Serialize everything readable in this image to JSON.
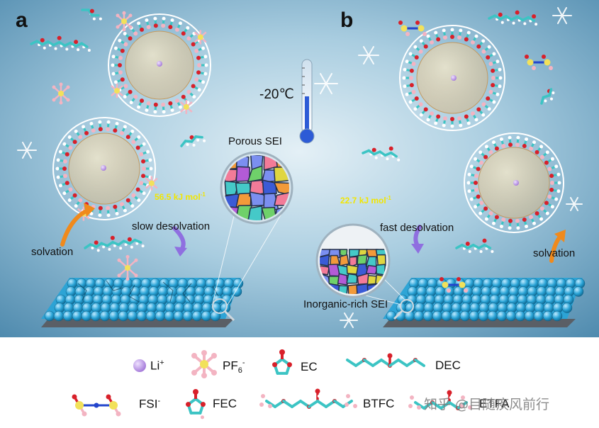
{
  "panels": {
    "a": {
      "letter": "a",
      "energy_value": "56.5",
      "energy_unit": "kJ mol",
      "energy_sup": "-1",
      "desolvation": "slow desolvation",
      "solvation": "solvation",
      "sei": "Porous SEI"
    },
    "b": {
      "letter": "b",
      "energy_value": "22.7",
      "energy_unit": "kJ mol",
      "energy_sup": "-1",
      "desolvation": "fast desolvation",
      "solvation": "solvation",
      "sei": "Inorganic-rich SEI"
    }
  },
  "thermometer": {
    "text": "-20",
    "unit": "℃"
  },
  "legend": {
    "li": {
      "text": "Li",
      "sup": "+"
    },
    "pf6": {
      "text": "PF",
      "sub": "6",
      "sup": "-"
    },
    "ec": {
      "text": "EC"
    },
    "dec": {
      "text": "DEC"
    },
    "fsi": {
      "text": "FSI",
      "sup": "-"
    },
    "fec": {
      "text": "FEC"
    },
    "btfc": {
      "text": "BTFC"
    },
    "etfa": {
      "text": "ETFA"
    }
  },
  "watermark": {
    "text": "知乎 @目随疾风前行"
  },
  "colors": {
    "background_light": "#d9e9f1",
    "background_dark": "#3f7da2",
    "electrode_blue": "#29a3d6",
    "substrate_gray": "#5a5f66",
    "li_purple": "#b78be0",
    "pf6_yellow": "#f2e15a",
    "carbon_cyan": "#3cc4c4",
    "oxygen_red": "#d8202a",
    "fluorine_pink": "#f3b4c2",
    "arrow_orange": "#f08a1c",
    "arrow_purple": "#8f6fe0",
    "energy_yellow": "#f2e600",
    "sei_colors": [
      "#f27b98",
      "#6fd16a",
      "#3b5bd6",
      "#e0d640",
      "#b35bd6",
      "#45c9c8",
      "#f29a3a",
      "#7b8ff0"
    ]
  }
}
